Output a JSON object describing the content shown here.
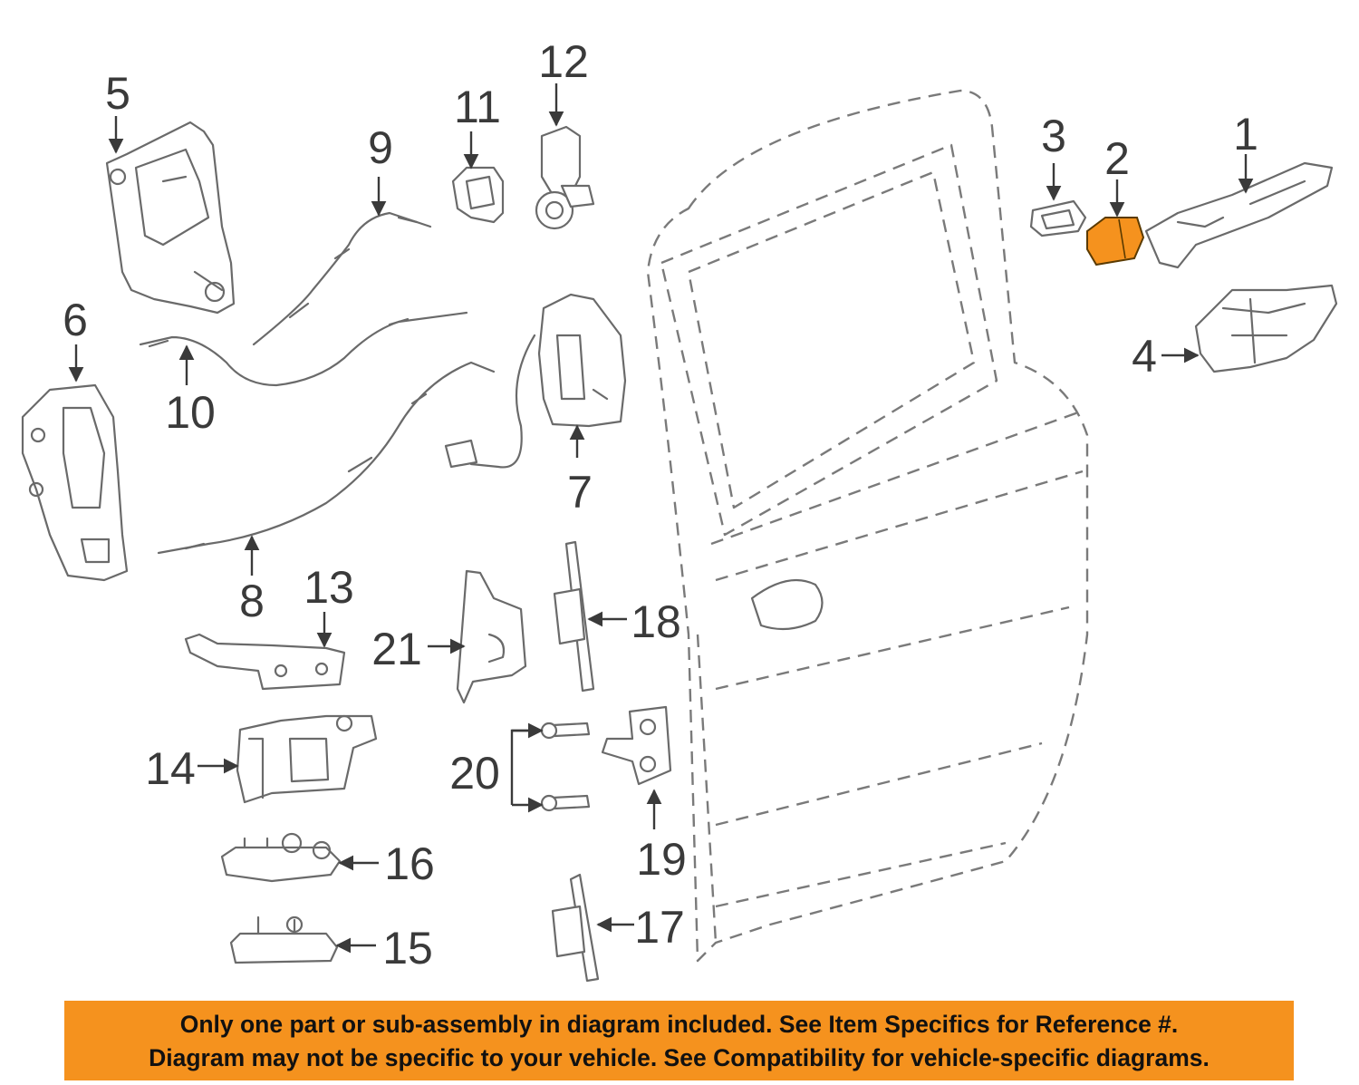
{
  "callouts": {
    "c1": "1",
    "c2": "2",
    "c3": "3",
    "c4": "4",
    "c5": "5",
    "c6": "6",
    "c7": "7",
    "c8": "8",
    "c9": "9",
    "c10": "10",
    "c11": "11",
    "c12": "12",
    "c13": "13",
    "c14": "14",
    "c15": "15",
    "c16": "16",
    "c17": "17",
    "c18": "18",
    "c19": "19",
    "c20": "20",
    "c21": "21"
  },
  "highlight": {
    "part": "2",
    "color": "#f5921e"
  },
  "banner": {
    "line1": "Only one part or sub-assembly in diagram included. See Item Specifics for Reference #.",
    "line2": "Diagram may not be specific to your vehicle. See Compatibility for vehicle-specific diagrams.",
    "background": "#f5921e"
  }
}
